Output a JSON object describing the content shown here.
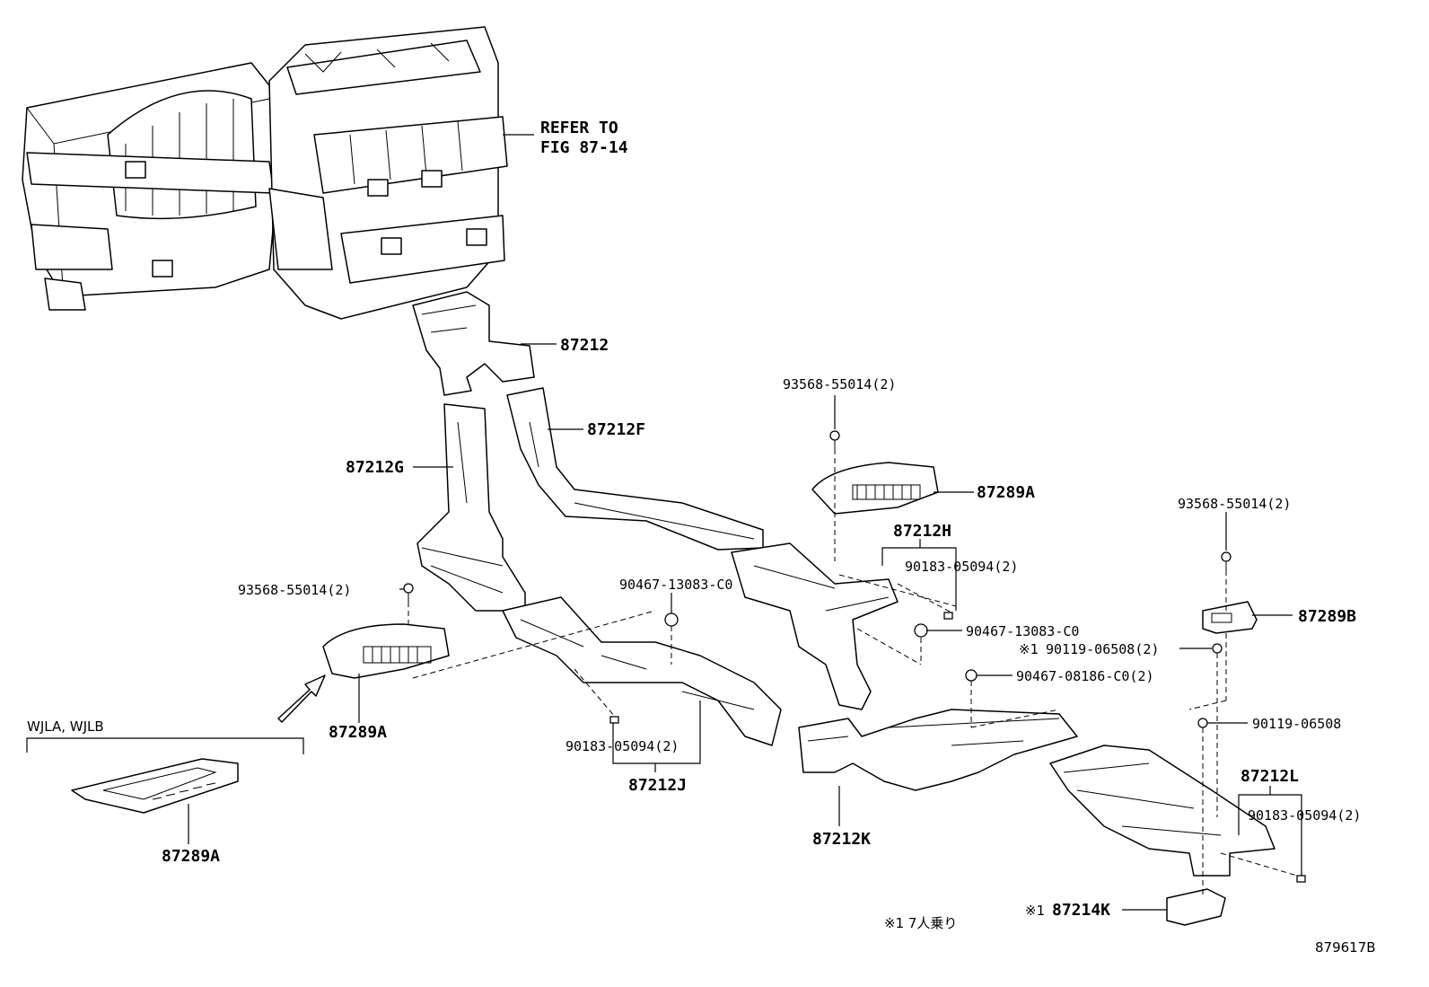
{
  "labels": {
    "refer_line1": "REFER TO",
    "refer_line2": "FIG 87-14",
    "p87212": "87212",
    "p87212F": "87212F",
    "p87212G": "87212G",
    "p87212H": "87212H",
    "p87212J": "87212J",
    "p87212K": "87212K",
    "p87212L": "87212L",
    "p87214K": "87214K",
    "p87289A_top": "87289A",
    "p87289A_left": "87289A",
    "p87289A_inset": "87289A",
    "p87289B": "87289B",
    "screw_center": "93568-55014(2)",
    "screw_left": "93568-55014(2)",
    "screw_right": "93568-55014(2)",
    "clip_h": "90183-05094(2)",
    "clip_j": "90183-05094(2)",
    "clip_l": "90183-05094(2)",
    "grommet_j": "90467-13083-C0",
    "grommet_h": "90467-13083-C0",
    "grommet_k": "90467-08186-C0(2)",
    "screw_note": "90119-06508(2)",
    "screw_plain": "90119-06508",
    "note_mark": "※1",
    "note_mark2": "※1",
    "note_text": "※1 7人乗り",
    "inset_label": "WJLA, WJLB",
    "figure_id": "879617B"
  }
}
